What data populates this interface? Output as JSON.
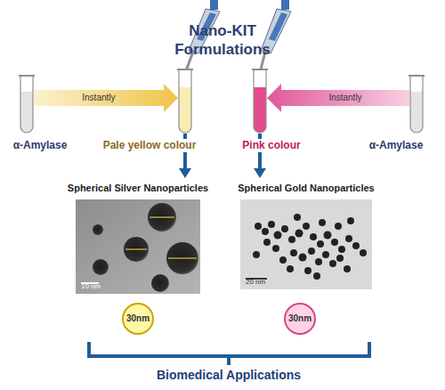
{
  "diagram": {
    "title": "Nano-KIT Formulations",
    "nodes": [
      {
        "text": [
          "α-Amylase"
        ]
      },
      {
        "text": [
          "Pale yellow colour"
        ]
      },
      {
        "text": [
          "Pink colour"
        ]
      },
      {
        "text": [
          "α-Amylase"
        ]
      },
      {
        "text": [
          "Spherical Silver Nanoparticles",
          "10 nm"
        ]
      },
      {
        "text": [
          "Spherical Gold Nanoparticles",
          "20 nm"
        ]
      },
      {
        "text": [
          "30nm"
        ]
      },
      {
        "text": [
          "30nm"
        ]
      }
    ],
    "edges": [
      {
        "from": 0,
        "to": 1,
        "arrow": "to",
        "label": "Instantly"
      },
      {
        "from": 3,
        "to": 2,
        "arrow": "to",
        "label": "Instantly"
      },
      {
        "from": 1,
        "to": 4,
        "arrow": "to"
      },
      {
        "from": 2,
        "to": 5,
        "arrow": "to"
      }
    ],
    "labels": [
      "Biomedical Applications"
    ]
  }
}
